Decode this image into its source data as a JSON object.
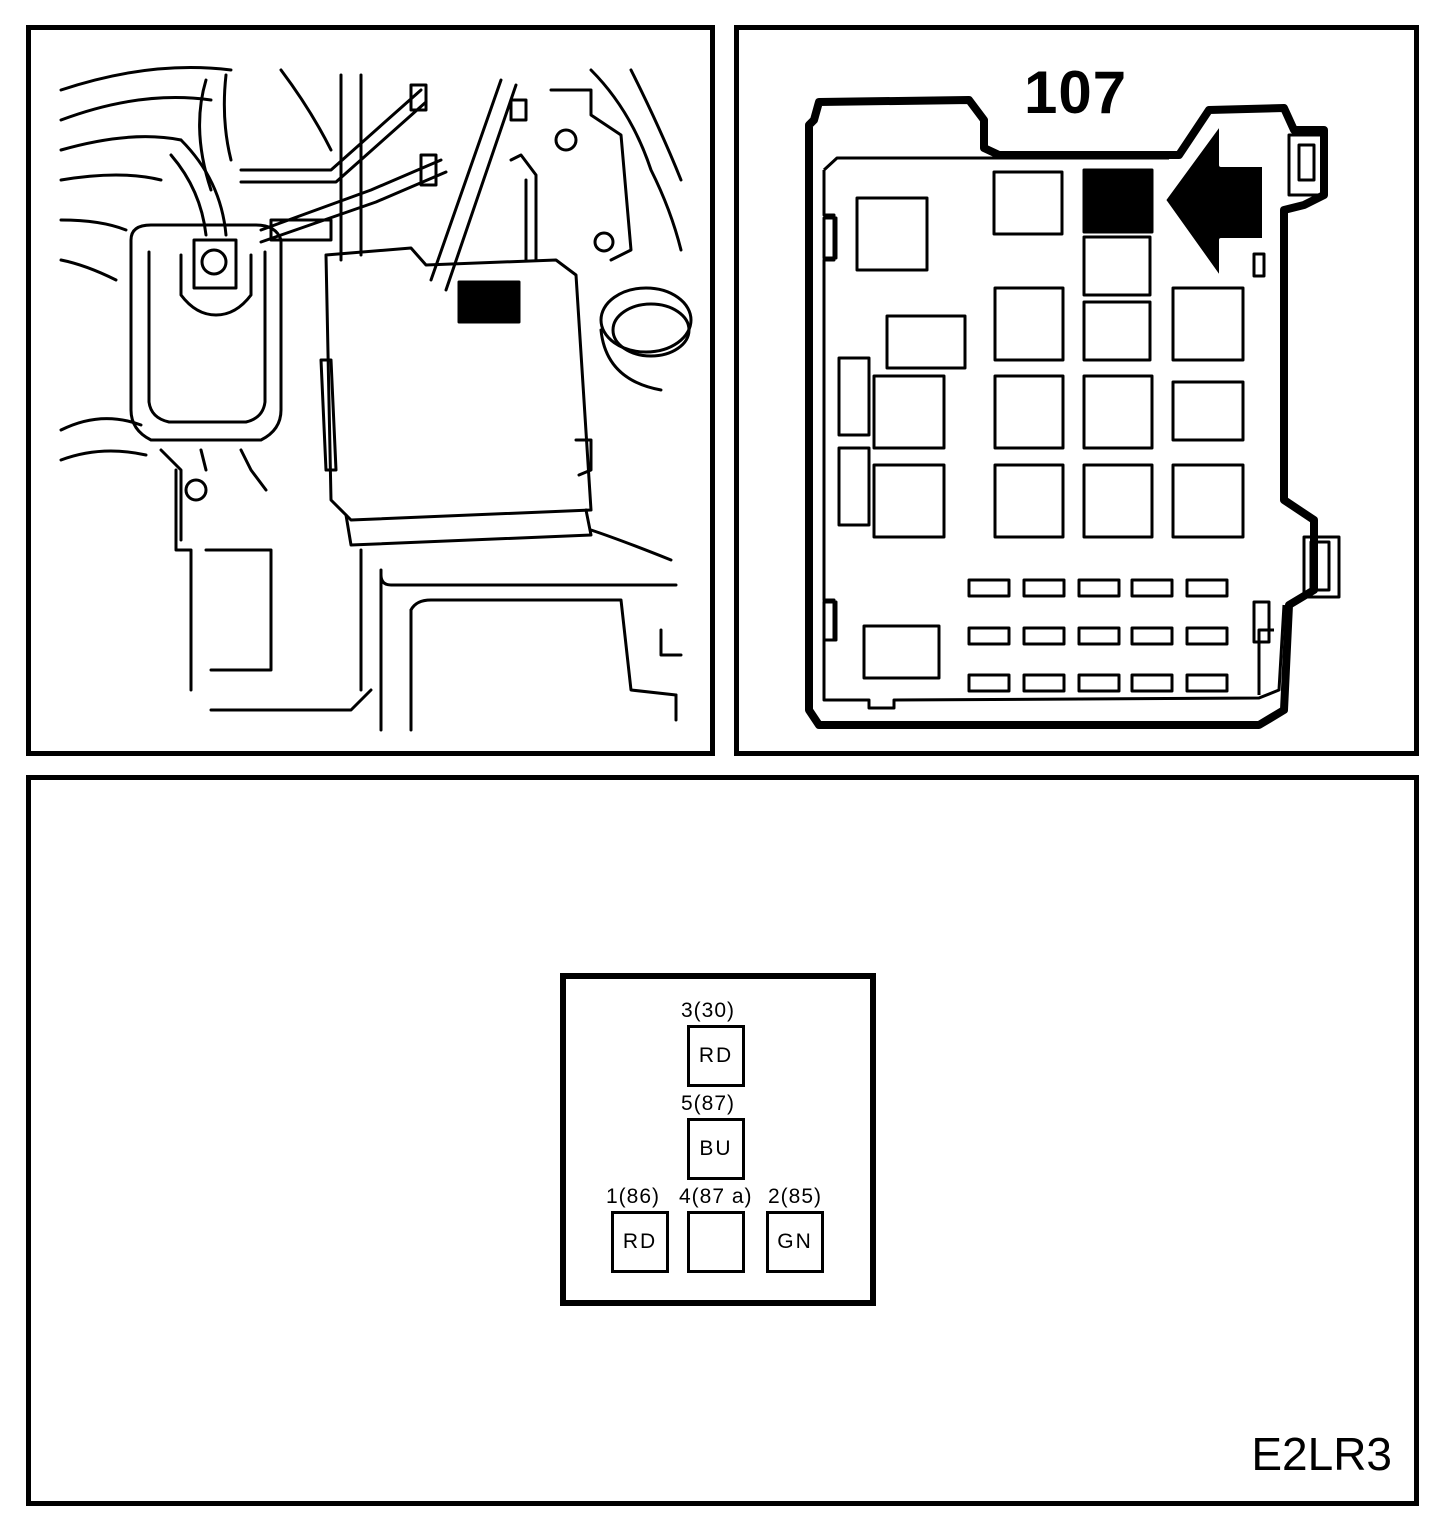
{
  "fusebox": {
    "title": "107"
  },
  "pinout": {
    "code": "E2LR3",
    "pins": {
      "p3": {
        "label": "3(30)",
        "color": "RD"
      },
      "p5": {
        "label": "5(87)",
        "color": "BU"
      },
      "p1": {
        "label": "1(86)",
        "color": "RD"
      },
      "p4": {
        "label": "4(87 a)",
        "color": ""
      },
      "p2": {
        "label": "2(85)",
        "color": "GN"
      }
    }
  }
}
